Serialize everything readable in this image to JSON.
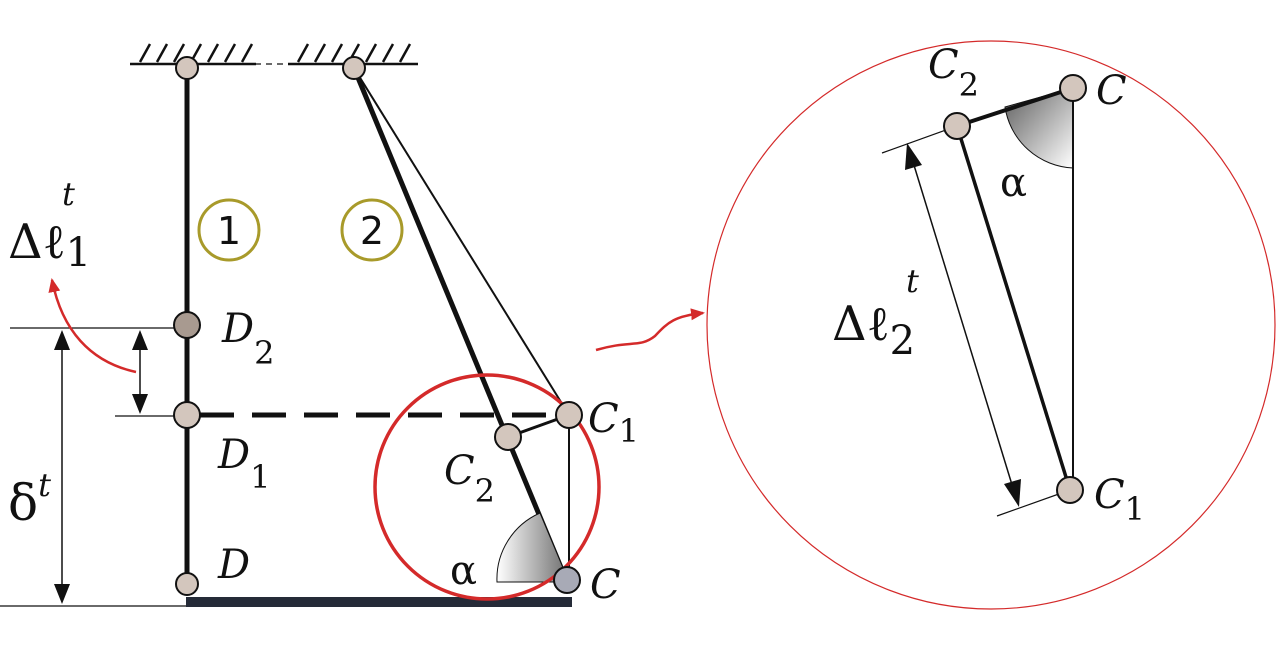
{
  "labels": {
    "d2": {
      "main": "D",
      "sub": "2"
    },
    "d1": {
      "main": "D",
      "sub": "1"
    },
    "d": {
      "main": "D"
    },
    "c1_left": {
      "main": "C",
      "sub": "1"
    },
    "c2_left": {
      "main": "C",
      "sub": "2"
    },
    "c_left": {
      "main": "C"
    },
    "alpha_left": "α",
    "delta_l1": {
      "main": "Δℓ",
      "sub": "1",
      "sup": "t"
    },
    "delta_t": {
      "main": "δ",
      "sup": "t"
    },
    "bar1": "1",
    "bar2": "2",
    "c2_zoom": {
      "main": "C",
      "sub": "2"
    },
    "c_zoom": {
      "main": "C"
    },
    "alpha_zoom": "α",
    "delta_l2": {
      "main": "Δℓ",
      "sub": "2",
      "sup": "t"
    },
    "c1_zoom": {
      "main": "C",
      "sub": "1"
    }
  },
  "colors": {
    "red": "#d42a2a",
    "olive": "#a89a2a",
    "joint_fill": "#d3c6bd",
    "joint_fill_dark": "#a89a90",
    "joint_fill_grey": "#a8aab6",
    "beam": "#252b38"
  }
}
